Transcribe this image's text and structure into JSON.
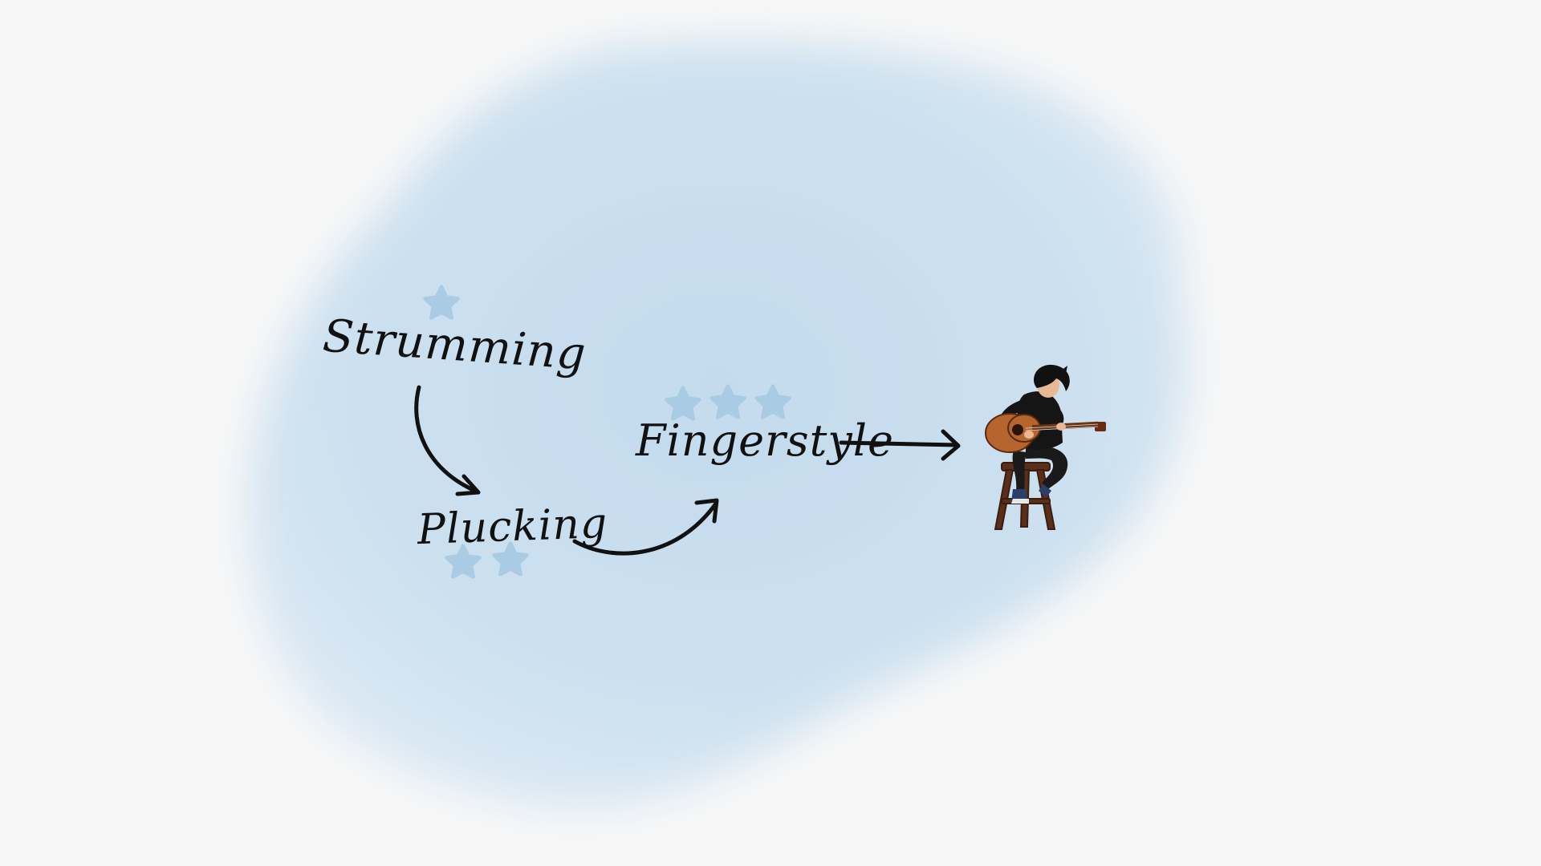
{
  "colors": {
    "background": "#f7f7f7",
    "wash": "#c6dcee",
    "star": "#a9cbe3",
    "ink": "#111111"
  },
  "flow": {
    "steps": [
      {
        "label": "Strumming",
        "stars": 1
      },
      {
        "label": "Plucking",
        "stars": 2
      },
      {
        "label": "Fingerstyle",
        "stars": 3
      }
    ]
  },
  "illustration": {
    "icon": "guitarist-illustration"
  }
}
